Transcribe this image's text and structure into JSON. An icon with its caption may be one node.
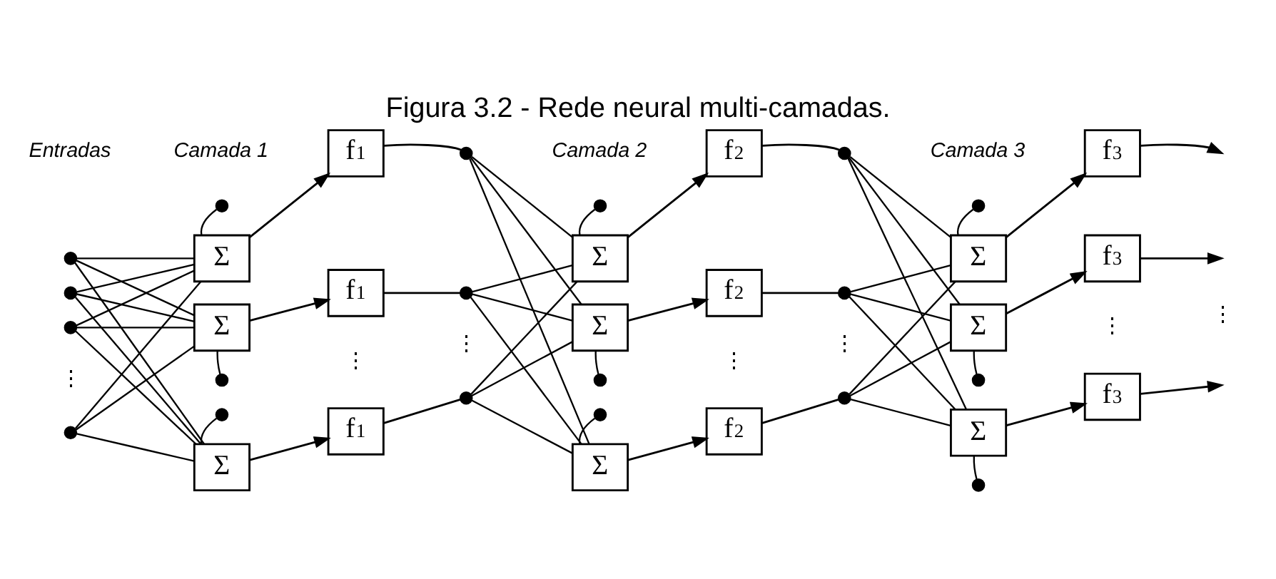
{
  "diagram": {
    "title": "Figura 3.2 - Rede neural multi-camadas.",
    "nodes": [
      {
        "text": [],
        "shape": "circle"
      },
      {
        "text": [],
        "shape": "circle"
      },
      {
        "text": [],
        "shape": "circle"
      },
      {
        "text": [],
        "shape": "circle"
      },
      {
        "text": [
          "Σ"
        ]
      },
      {
        "text": [
          "Σ"
        ]
      },
      {
        "text": [
          "Σ"
        ]
      },
      {
        "text": [],
        "shape": "circle"
      },
      {
        "text": [],
        "shape": "circle"
      },
      {
        "text": [],
        "shape": "circle"
      },
      {
        "text": [
          "f$^{1}$"
        ]
      },
      {
        "text": [
          "f$^{1}$"
        ]
      },
      {
        "text": [
          "f$^{1}$"
        ]
      },
      {
        "text": [],
        "shape": "circle"
      },
      {
        "text": [],
        "shape": "circle"
      },
      {
        "text": [],
        "shape": "circle"
      },
      {
        "text": [
          "Σ"
        ]
      },
      {
        "text": [
          "Σ"
        ]
      },
      {
        "text": [
          "Σ"
        ]
      },
      {
        "text": [],
        "shape": "circle"
      },
      {
        "text": [],
        "shape": "circle"
      },
      {
        "text": [],
        "shape": "circle"
      },
      {
        "text": [
          "f$^{2}$"
        ]
      },
      {
        "text": [
          "f$^{2}$"
        ]
      },
      {
        "text": [
          "f$^{2}$"
        ]
      },
      {
        "text": [],
        "shape": "circle"
      },
      {
        "text": [],
        "shape": "circle"
      },
      {
        "text": [],
        "shape": "circle"
      },
      {
        "text": [
          "Σ"
        ]
      },
      {
        "text": [
          "Σ"
        ]
      },
      {
        "text": [
          "Σ"
        ]
      },
      {
        "text": [],
        "shape": "circle"
      },
      {
        "text": [],
        "shape": "circle"
      },
      {
        "text": [],
        "shape": "circle"
      },
      {
        "text": [
          "f$^{3}$"
        ]
      },
      {
        "text": [
          "f$^{3}$"
        ]
      },
      {
        "text": [
          "f$^{3}$"
        ]
      }
    ],
    "edges": [
      {
        "from": 0,
        "to": 4,
        "arrow": "none"
      },
      {
        "from": 0,
        "to": 5,
        "arrow": "none"
      },
      {
        "from": 0,
        "to": 6,
        "arrow": "none"
      },
      {
        "from": 1,
        "to": 4,
        "arrow": "none"
      },
      {
        "from": 1,
        "to": 5,
        "arrow": "none"
      },
      {
        "from": 1,
        "to": 6,
        "arrow": "none"
      },
      {
        "from": 2,
        "to": 4,
        "arrow": "none"
      },
      {
        "from": 2,
        "to": 5,
        "arrow": "none"
      },
      {
        "from": 2,
        "to": 6,
        "arrow": "none"
      },
      {
        "from": 3,
        "to": 4,
        "arrow": "none"
      },
      {
        "from": 3,
        "to": 5,
        "arrow": "none"
      },
      {
        "from": 3,
        "to": 6,
        "arrow": "none"
      },
      {
        "from": 7,
        "to": 4,
        "arrow": "none"
      },
      {
        "from": 8,
        "to": 5,
        "arrow": "none"
      },
      {
        "from": 9,
        "to": 6,
        "arrow": "none"
      },
      {
        "from": 4,
        "to": 10,
        "arrow": "to"
      },
      {
        "from": 5,
        "to": 11,
        "arrow": "to"
      },
      {
        "from": 6,
        "to": 12,
        "arrow": "to"
      },
      {
        "from": 10,
        "to": 13,
        "arrow": "none"
      },
      {
        "from": 11,
        "to": 14,
        "arrow": "none"
      },
      {
        "from": 12,
        "to": 15,
        "arrow": "none"
      },
      {
        "from": 13,
        "to": 16,
        "arrow": "none"
      },
      {
        "from": 13,
        "to": 17,
        "arrow": "none"
      },
      {
        "from": 13,
        "to": 18,
        "arrow": "none"
      },
      {
        "from": 14,
        "to": 16,
        "arrow": "none"
      },
      {
        "from": 14,
        "to": 17,
        "arrow": "none"
      },
      {
        "from": 14,
        "to": 18,
        "arrow": "none"
      },
      {
        "from": 15,
        "to": 16,
        "arrow": "none"
      },
      {
        "from": 15,
        "to": 17,
        "arrow": "none"
      },
      {
        "from": 15,
        "to": 18,
        "arrow": "none"
      },
      {
        "from": 19,
        "to": 16,
        "arrow": "none"
      },
      {
        "from": 20,
        "to": 17,
        "arrow": "none"
      },
      {
        "from": 21,
        "to": 18,
        "arrow": "none"
      },
      {
        "from": 16,
        "to": 22,
        "arrow": "to"
      },
      {
        "from": 17,
        "to": 23,
        "arrow": "to"
      },
      {
        "from": 18,
        "to": 24,
        "arrow": "to"
      },
      {
        "from": 22,
        "to": 25,
        "arrow": "none"
      },
      {
        "from": 23,
        "to": 26,
        "arrow": "none"
      },
      {
        "from": 24,
        "to": 27,
        "arrow": "none"
      },
      {
        "from": 25,
        "to": 28,
        "arrow": "none"
      },
      {
        "from": 25,
        "to": 29,
        "arrow": "none"
      },
      {
        "from": 25,
        "to": 30,
        "arrow": "none"
      },
      {
        "from": 26,
        "to": 28,
        "arrow": "none"
      },
      {
        "from": 26,
        "to": 29,
        "arrow": "none"
      },
      {
        "from": 26,
        "to": 30,
        "arrow": "none"
      },
      {
        "from": 27,
        "to": 28,
        "arrow": "none"
      },
      {
        "from": 27,
        "to": 29,
        "arrow": "none"
      },
      {
        "from": 27,
        "to": 30,
        "arrow": "none"
      },
      {
        "from": 31,
        "to": 28,
        "arrow": "none"
      },
      {
        "from": 32,
        "to": 29,
        "arrow": "none"
      },
      {
        "from": 33,
        "to": 30,
        "arrow": "none"
      },
      {
        "from": 28,
        "to": 34,
        "arrow": "to"
      },
      {
        "from": 29,
        "to": 35,
        "arrow": "to"
      },
      {
        "from": 30,
        "to": 36,
        "arrow": "to"
      },
      {
        "from": 34,
        "to": null,
        "arrow": "to"
      },
      {
        "from": 35,
        "to": null,
        "arrow": "to"
      },
      {
        "from": 36,
        "to": null,
        "arrow": "to"
      }
    ],
    "labels": [
      "Camada 1",
      "Camada 2",
      "Camada 3",
      "Entradas",
      "⋮",
      "⋮",
      "⋮",
      "⋮",
      "⋮",
      "⋮",
      "⋮"
    ]
  }
}
